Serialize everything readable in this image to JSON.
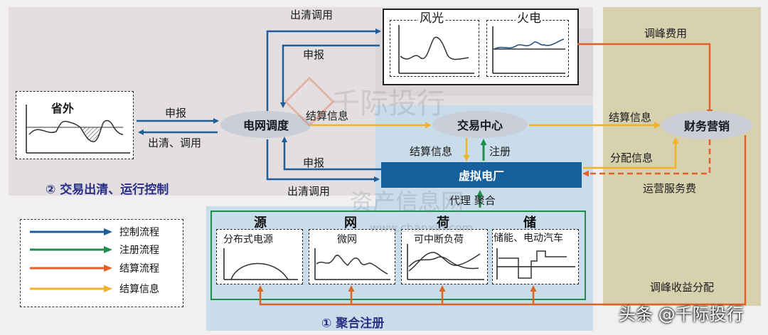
{
  "sections": {
    "control": "② 交易出清、运行控制",
    "aggregate": "① 聚合注册",
    "benefit": "调峰收益分配"
  },
  "market_panel": {
    "wind_solar": "风光",
    "thermal": "火电"
  },
  "province": {
    "title": "省外"
  },
  "nodes": {
    "grid_dispatch": "电网调度",
    "trading_center": "交易中心",
    "finance": "财务营销",
    "vpp": "虚拟电厂"
  },
  "resources": {
    "headers": [
      "源",
      "网",
      "荷",
      "储"
    ],
    "panels": [
      "分布式电源",
      "微网",
      "可中断负荷",
      "储能、电动汽车"
    ]
  },
  "arrow_labels": {
    "clear_dispatch_top": "出清调用",
    "declare_top": "申报",
    "declare_left": "申报",
    "clear_dispatch_left": "出清、调用",
    "settle_info_mid": "结算信息",
    "settle_info_vpp": "结算信息",
    "register": "注册",
    "declare_vpp": "申报",
    "clear_dispatch_vpp": "出清调用",
    "agent_aggregate": "代理  聚合",
    "peak_fee": "调峰费用",
    "settle_info_fin": "结算信息",
    "alloc_info": "分配信息",
    "ops_service_fee": "运营服务费"
  },
  "legend": [
    {
      "label": "控制流程",
      "color": "#1f5d99"
    },
    {
      "label": "注册流程",
      "color": "#1e8e4c"
    },
    {
      "label": "结算流程",
      "color": "#e0622a"
    },
    {
      "label": "结算信息",
      "color": "#f2b227"
    }
  ],
  "watermarks": [
    "千际投行",
    "资产信息网",
    "www.chanxin.com"
  ],
  "footer": "头条 @千际投行",
  "colors": {
    "control": "#1f5d99",
    "register": "#1e8e4c",
    "settle": "#e0622a",
    "info": "#f2b227",
    "vpp": "#17609c"
  }
}
